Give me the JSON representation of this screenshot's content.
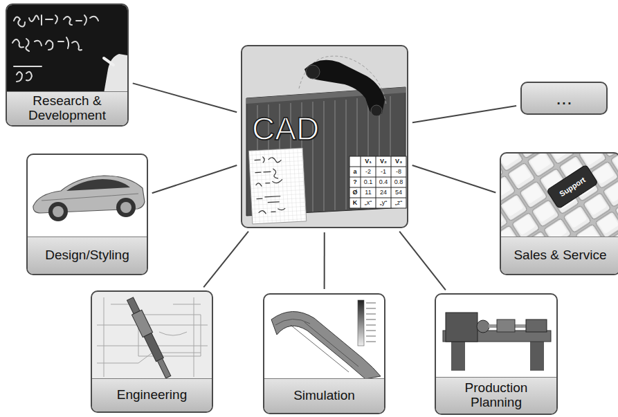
{
  "diagram": {
    "nodes": [
      {
        "text": [
          "Research & Development"
        ]
      },
      {
        "text": [
          "CAD"
        ]
      },
      {
        "text": [
          "..."
        ]
      },
      {
        "text": [
          "Design/Styling"
        ]
      },
      {
        "text": [
          "Sales & Service"
        ]
      },
      {
        "text": [
          "Engineering"
        ]
      },
      {
        "text": [
          "Simulation"
        ]
      },
      {
        "text": [
          "Production Planning"
        ]
      }
    ],
    "edges": [
      {
        "from": 1,
        "to": 0,
        "arrow": "none"
      },
      {
        "from": 1,
        "to": 2,
        "arrow": "none"
      },
      {
        "from": 1,
        "to": 3,
        "arrow": "none"
      },
      {
        "from": 1,
        "to": 4,
        "arrow": "none"
      },
      {
        "from": 1,
        "to": 5,
        "arrow": "none"
      },
      {
        "from": 1,
        "to": 6,
        "arrow": "none"
      },
      {
        "from": 1,
        "to": 7,
        "arrow": "none"
      }
    ],
    "labels": [
      "Support",
      "V₁",
      "V₂",
      "V₃",
      "a",
      "-2",
      "-1",
      "-8",
      "?",
      "0.1",
      "0.4",
      "0.8",
      "Ø",
      "11",
      "24",
      "54",
      "K",
      "„x“",
      "„y“",
      "„z“"
    ]
  }
}
